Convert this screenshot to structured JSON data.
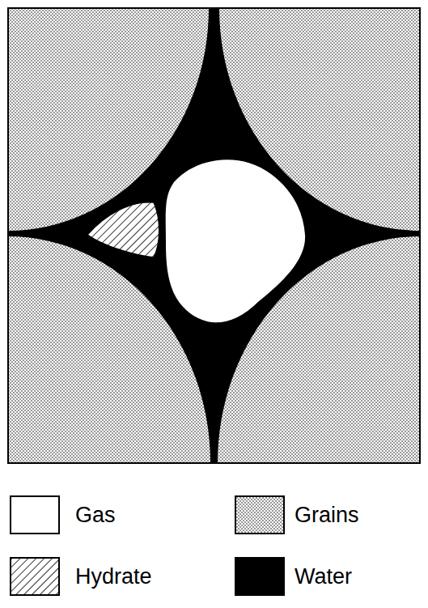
{
  "diagram": {
    "legend": [
      {
        "text": "Gas",
        "color": "#ffffff"
      },
      {
        "text": "Grains"
      },
      {
        "text": "Hydrate"
      },
      {
        "text": "Water",
        "color": "#000000"
      }
    ]
  }
}
